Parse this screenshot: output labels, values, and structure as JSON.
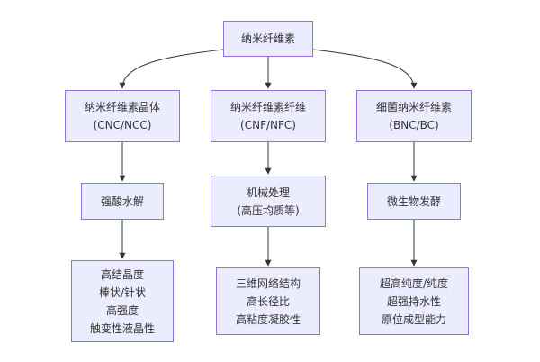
{
  "colors": {
    "node_fill": "#ECECFF",
    "node_border": "#9370DB",
    "text": "#333333",
    "edge": "#333333",
    "background": "#FFFFFF"
  },
  "nodes": {
    "root": {
      "line1": "纳米纤维素"
    },
    "cnc": {
      "line1": "纳米纤维素晶体",
      "line2": "(CNC/NCC)"
    },
    "cnf": {
      "line1": "纳米纤维素纤维",
      "line2": "(CNF/NFC)"
    },
    "bnc": {
      "line1": "细菌纳米纤维素",
      "line2": "(BNC/BC)"
    },
    "cnc_process": {
      "line1": "强酸水解"
    },
    "cnf_process": {
      "line1": "机械处理",
      "line2": "(高压均质等)"
    },
    "bnc_process": {
      "line1": "微生物发酵"
    },
    "cnc_props": {
      "line1": "高结晶度",
      "line2": "棒状/针状",
      "line3": "高强度",
      "line4": "触变性液晶性"
    },
    "cnf_props": {
      "line1": "三维网络结构",
      "line2": "高长径比",
      "line3": "高粘度凝胶性"
    },
    "bnc_props": {
      "line1": "超高纯度/纯度",
      "line2": "超强持水性",
      "line3": "原位成型能力"
    }
  }
}
